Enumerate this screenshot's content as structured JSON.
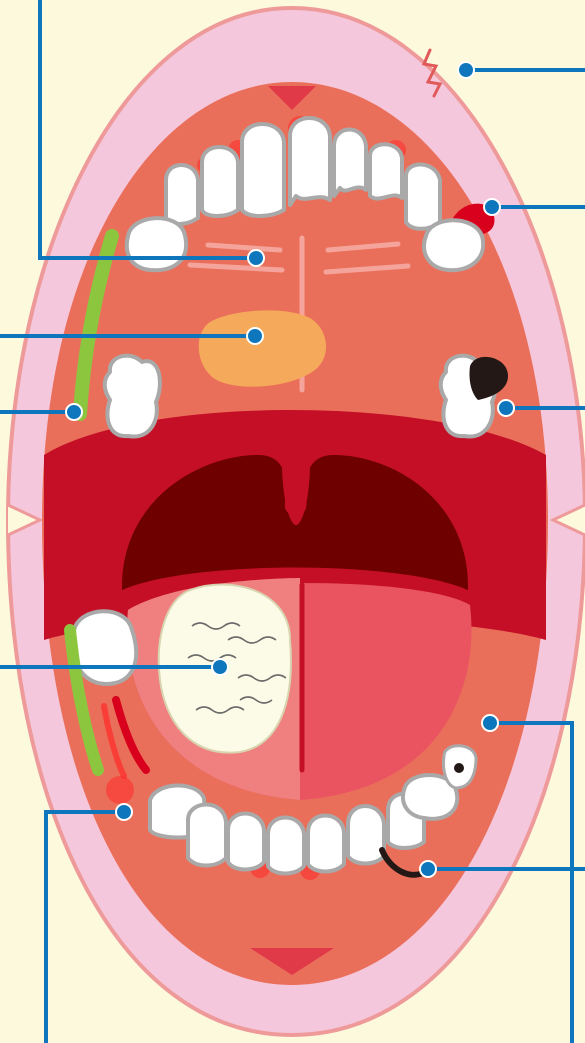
{
  "figure": {
    "subject": "open-mouth-oral-conditions-diagram",
    "colors": {
      "background": "#fdf9dd",
      "lips": "#f5c7dc",
      "lip_outline": "#ee9a9a",
      "mouth_lining": "#ea6f5a",
      "throat": "#c50f26",
      "throat_dark": "#6e0000",
      "tongue": "#ea5461",
      "tongue_light": "#f07f7f",
      "tooth": "#ffffff",
      "tooth_outline": "#a9a9a9",
      "plaque": "#8cc63f",
      "inflammation": "#ff2a2a",
      "cavity": "#231815",
      "leader_line": "#0e76bc",
      "ulcer": "#f5a95b",
      "thrush": "#fcfbe7"
    },
    "callouts": [
      {
        "id": "cold-sore",
        "marker": "lip-blister"
      },
      {
        "id": "abscess",
        "marker": "red-gum-swelling"
      },
      {
        "id": "palate-ridges",
        "marker": "rugae"
      },
      {
        "id": "mouth-ulcer",
        "marker": "orange-patch"
      },
      {
        "id": "plaque-upper",
        "marker": "green-buildup"
      },
      {
        "id": "tooth-decay",
        "marker": "black-cavity"
      },
      {
        "id": "oral-thrush",
        "marker": "white-patch-on-tongue"
      },
      {
        "id": "cheek-lining",
        "marker": "buccal-mucosa"
      },
      {
        "id": "tartar",
        "marker": "dark-deposit-lower"
      },
      {
        "id": "gum-inflammation",
        "marker": "red-gum-spot"
      }
    ]
  }
}
